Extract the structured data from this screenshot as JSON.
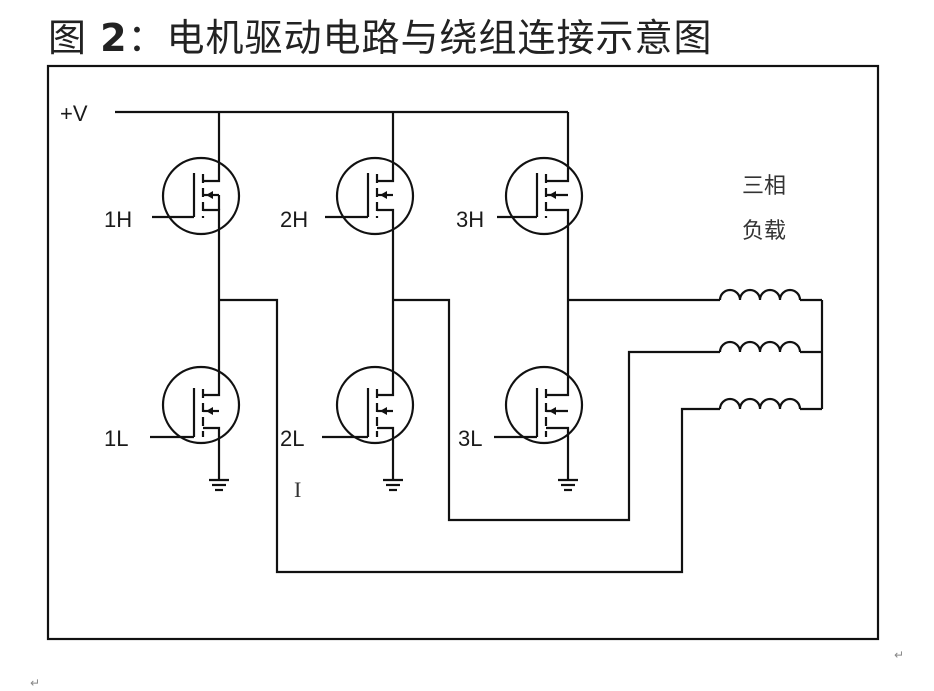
{
  "title": {
    "prefix": "图 ",
    "number": "2",
    "suffix": "：电机驱动电路与绕组连接示意图"
  },
  "labels": {
    "supply": "+V",
    "gate_1h": "1H",
    "gate_2h": "2H",
    "gate_3h": "3H",
    "gate_1l": "1L",
    "gate_2l": "2L",
    "gate_3l": "3L",
    "load_line1": "三相",
    "load_line2": "负载"
  },
  "cursor_glyph": "I",
  "return_mark": "↵"
}
